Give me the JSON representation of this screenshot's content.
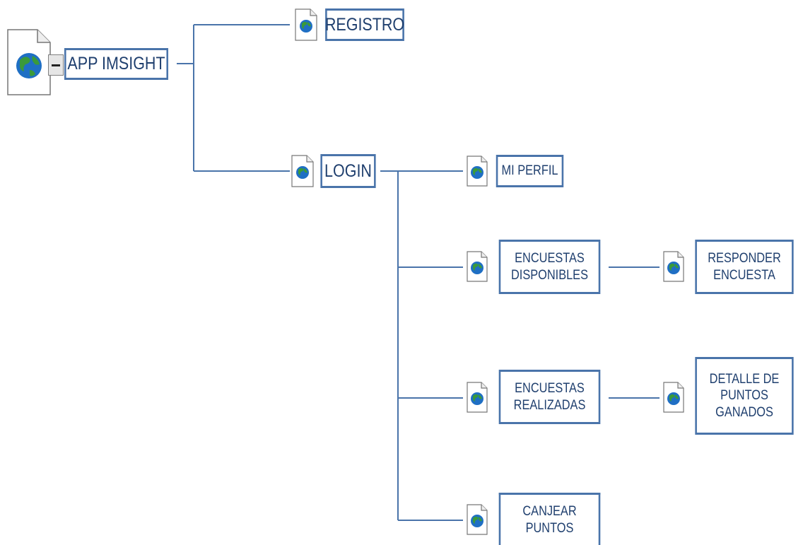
{
  "diagram": {
    "root": {
      "label": "APP IMSIGHT",
      "collapse_symbol": "minus-icon",
      "icon": "page-globe-icon"
    },
    "nodes": {
      "registro": {
        "label": "REGISTRO",
        "icon": "page-globe-icon"
      },
      "login": {
        "label": "LOGIN",
        "icon": "page-globe-icon"
      },
      "mi_perfil": {
        "label": "MI PERFIL",
        "icon": "page-globe-icon"
      },
      "encuestas_disponibles": {
        "label": "ENCUESTAS\nDISPONIBLES",
        "icon": "page-globe-icon"
      },
      "responder_encuesta": {
        "label": "RESPONDER\nENCUESTA",
        "icon": "page-globe-icon"
      },
      "encuestas_realizadas": {
        "label": "ENCUESTAS\nREALIZADAS",
        "icon": "page-globe-icon"
      },
      "detalle_puntos": {
        "label": "DETALLE DE\nPUNTOS\nGANADOS",
        "icon": "page-globe-icon"
      },
      "canjear_puntos": {
        "label": "CANJEAR\nPUNTOS",
        "icon": "page-globe-icon"
      }
    },
    "colors": {
      "line": "#4a74aa",
      "box_border": "#4a74aa",
      "text": "#1f3f6e",
      "globe_sea": "#1f6fc4",
      "globe_land": "#3a9a3a"
    }
  }
}
